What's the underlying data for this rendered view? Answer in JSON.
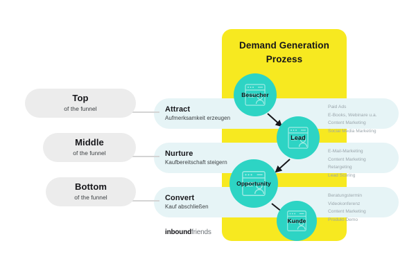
{
  "panel": {
    "title_line1": "Demand Generation",
    "title_line2": "Prozess",
    "color": "#F7E920"
  },
  "colors": {
    "yellow": "#F7E920",
    "teal": "#2DD4C4",
    "band_blue": "#E6F4F6",
    "pill_grey": "#ECECEC",
    "tactic_grey": "#9AA5AB"
  },
  "funnel_levels": [
    {
      "title": "Top",
      "subtitle": "of the funnel"
    },
    {
      "title": "Middle",
      "subtitle": "of the funnel"
    },
    {
      "title": "Bottom",
      "subtitle": "of the funnel"
    }
  ],
  "stages": [
    {
      "name": "Attract",
      "subtitle": "Aufmerksamkeit erzeugen"
    },
    {
      "name": "Nurture",
      "subtitle": "Kaufbereitschaft steigern"
    },
    {
      "name": "Convert",
      "subtitle": "Kauf abschließen"
    }
  ],
  "tactics": [
    [
      "Paid Ads",
      "E-Books, Webinare u.a.",
      "Content Marketing",
      "Social Media Marketing"
    ],
    [
      "E-Mail-Marketing",
      "Content Marketing",
      "Retargeting",
      "Lead Scoring"
    ],
    [
      "Beratungstermin",
      "Videokonferenz",
      "Content Marketing",
      "Produkt-Demo"
    ]
  ],
  "nodes": [
    {
      "label": "Besucher"
    },
    {
      "label": "Lead"
    },
    {
      "label": "Opportunity"
    },
    {
      "label": "Kunde"
    }
  ],
  "logo": {
    "bold": "inbound",
    "light": "friends"
  }
}
